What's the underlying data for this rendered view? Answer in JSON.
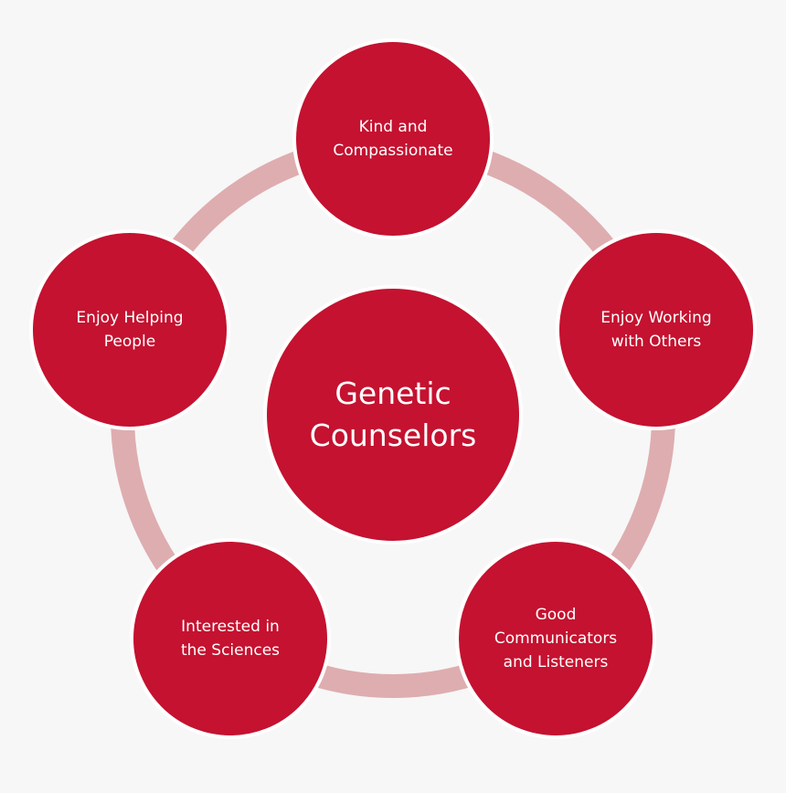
{
  "colors": {
    "background": "#f7f7f7",
    "node_fill": "#c41230",
    "node_border": "#ffffff",
    "ring": "#deadb0",
    "text": "#ffffff"
  },
  "diagram": {
    "type": "cycle",
    "center": {
      "label": "Genetic\nCounselors"
    },
    "nodes": [
      {
        "label": "Kind and\nCompassionate"
      },
      {
        "label": "Enjoy Working\nwith Others"
      },
      {
        "label": "Good\nCommunicators\nand Listeners"
      },
      {
        "label": "Interested in\nthe Sciences"
      },
      {
        "label": "Enjoy Helping\nPeople"
      }
    ]
  }
}
